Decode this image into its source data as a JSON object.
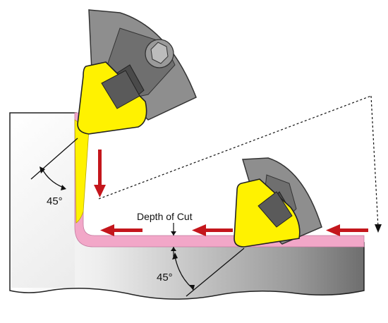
{
  "labels": {
    "angle_left": "45°",
    "depth_of_cut": "Depth of Cut",
    "angle_bottom": "45°"
  },
  "colors": {
    "insert_yellow": "#FFF200",
    "tool_gray": "#8E8E8E",
    "tool_dark": "#4A4A4A",
    "workpiece_light": "#F2F2F2",
    "workpiece_dark": "#7A7A7A",
    "cut_pink": "#F2A7C8",
    "arrow_red": "#C4161C"
  },
  "icons": [
    "feed-arrow-icon",
    "cutting-insert-icon"
  ]
}
